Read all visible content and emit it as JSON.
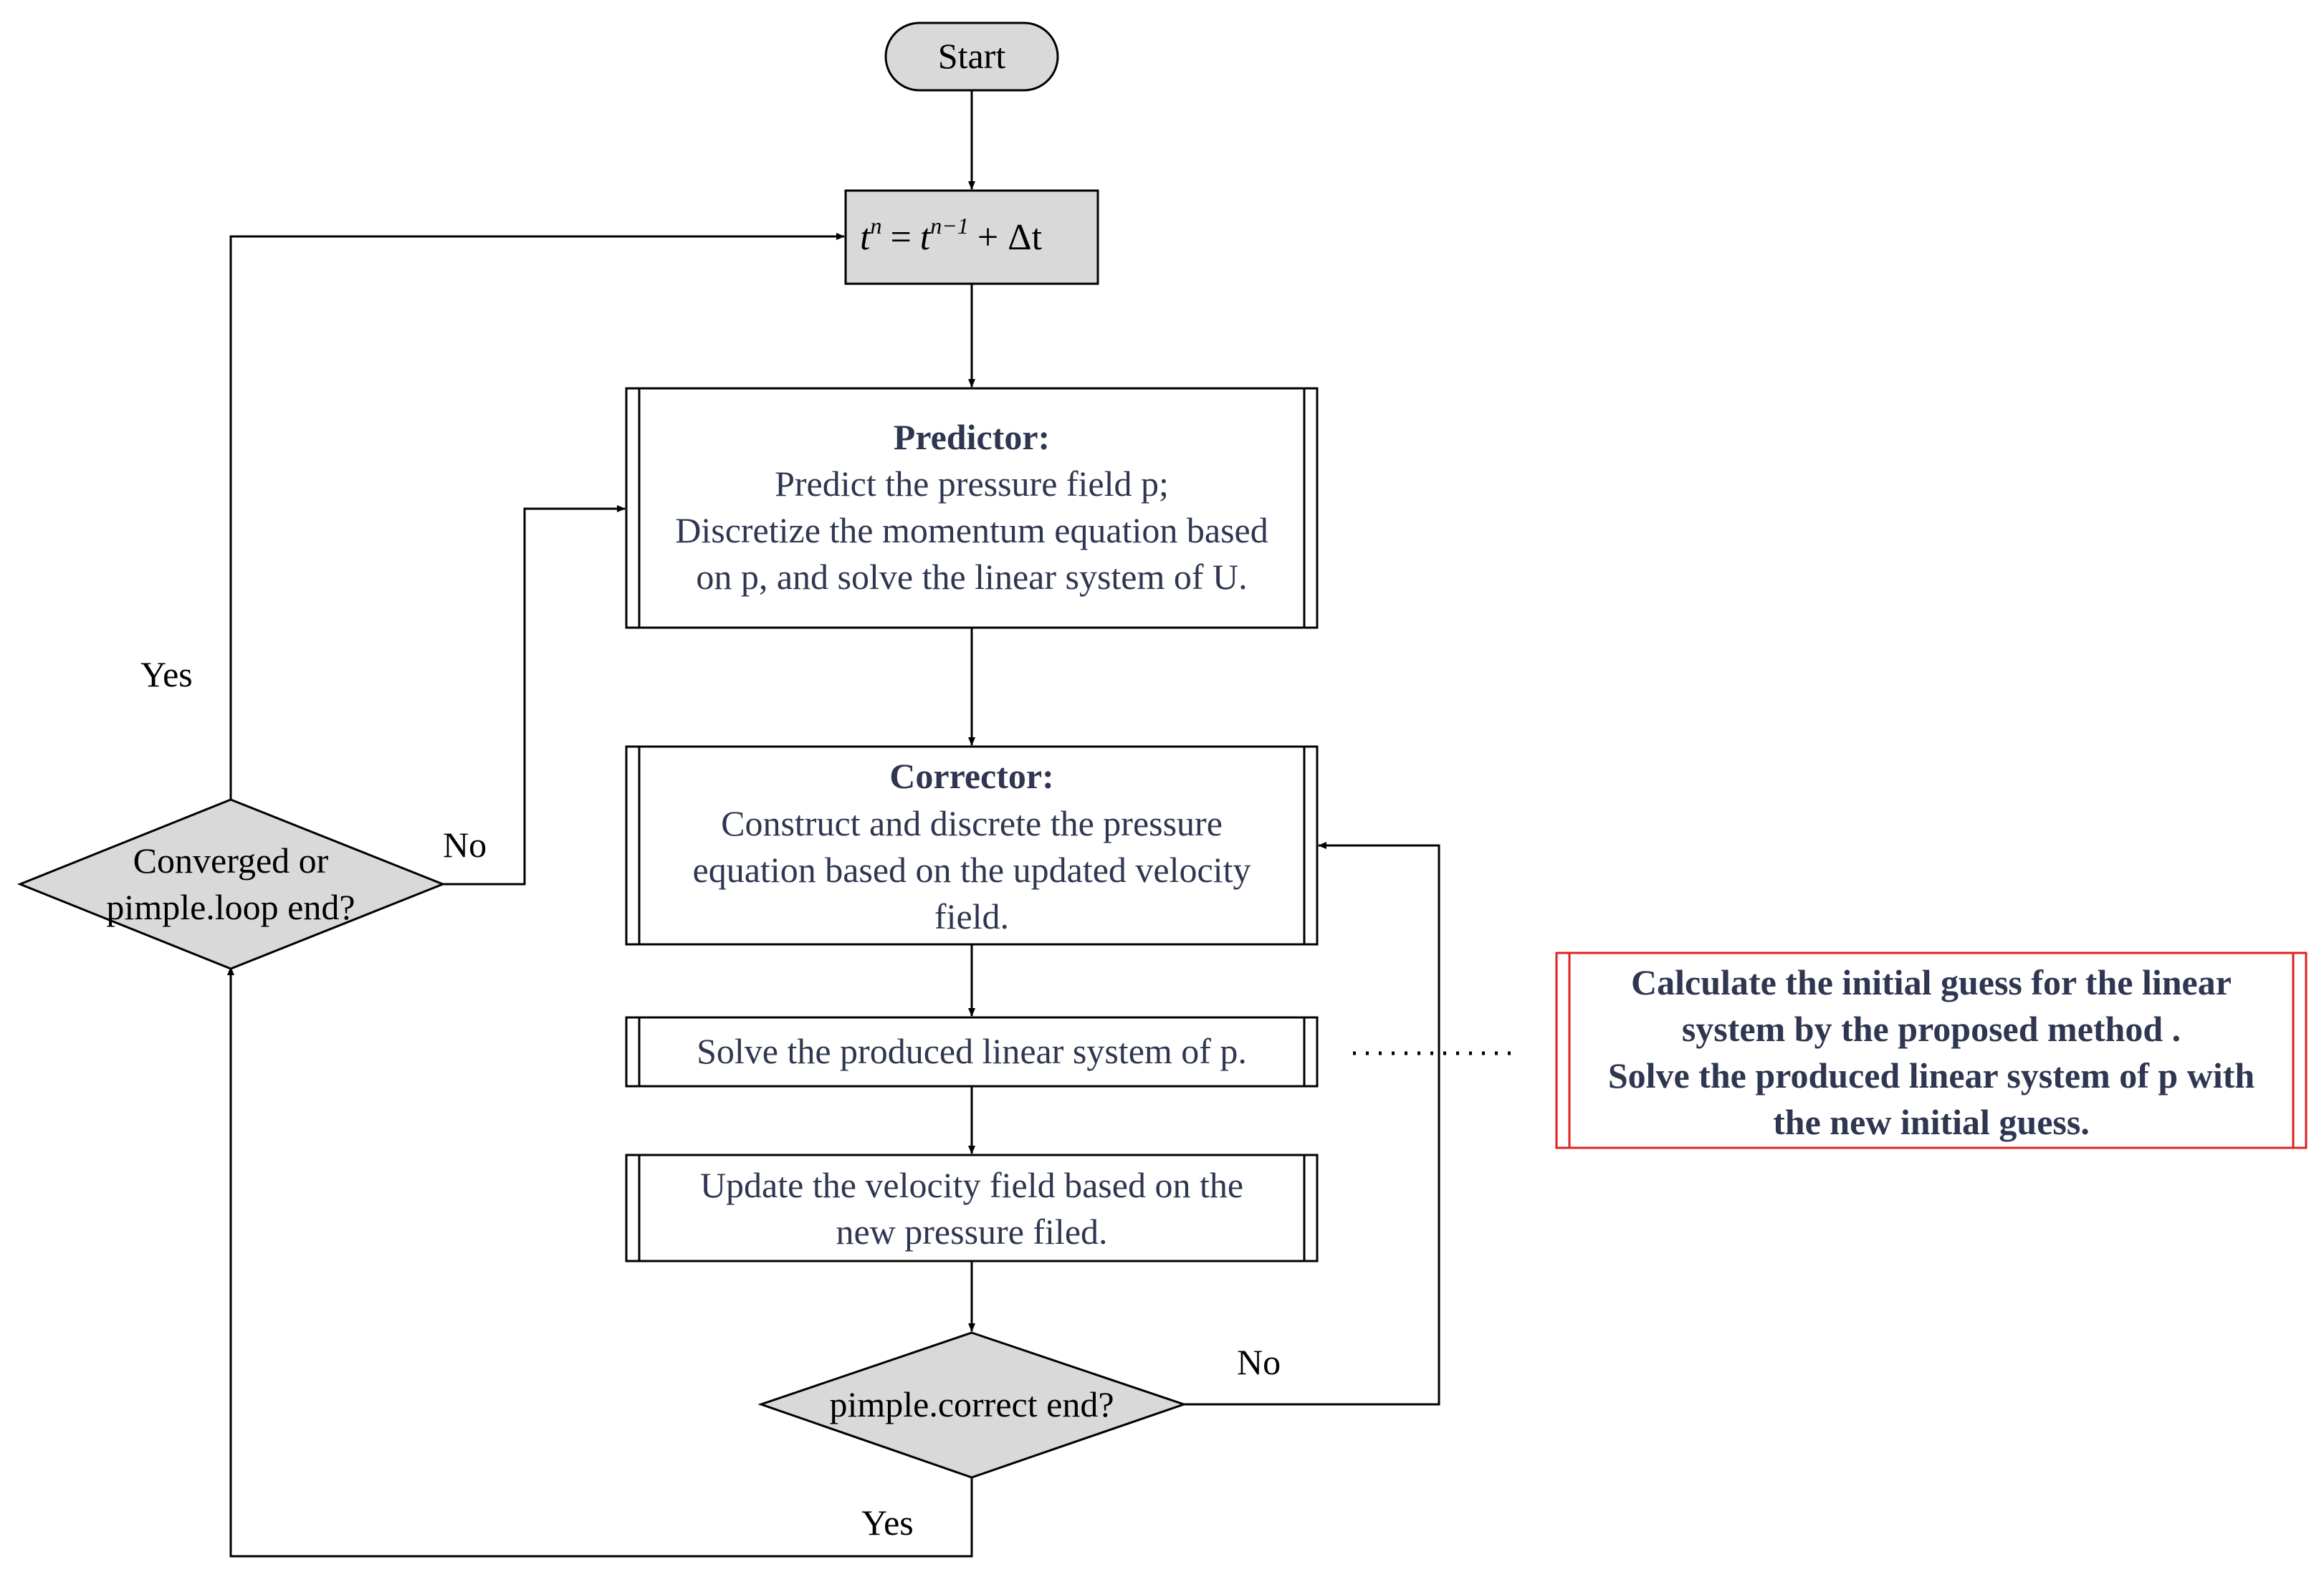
{
  "start": "Start",
  "time_step": {
    "t": "t",
    "n": "n",
    "eq": "=",
    "t2": "t",
    "n_minus_1": "n−1",
    "plus_dt": "+ Δt"
  },
  "predictor": {
    "title": "Predictor:",
    "lines": [
      "Predict the pressure field p;",
      "Discretize the momentum equation based",
      "on p, and solve the linear system of U."
    ]
  },
  "corrector": {
    "title": "Corrector:",
    "lines": [
      "Construct and discrete the pressure",
      "equation based on the updated velocity",
      "field."
    ]
  },
  "solve_p": "Solve the produced linear system of p.",
  "update_velocity": {
    "lines": [
      "Update the velocity field based on the",
      "new pressure filed."
    ]
  },
  "decision_correct": "pimple.correct end?",
  "decision_loop": {
    "lines": [
      "Converged or",
      "pimple.loop end?"
    ]
  },
  "labels": {
    "yes_top": "Yes",
    "no_left": "No",
    "no_right": "No",
    "yes_bottom": "Yes"
  },
  "proposed": {
    "lines": [
      "Calculate the initial guess for the linear",
      "system by the proposed method .",
      "Solve the produced linear system of p with",
      "the new initial guess."
    ]
  },
  "colors": {
    "shape_fill": "#d9d9d9",
    "text": "#2f3650",
    "highlight": "#e02020"
  }
}
